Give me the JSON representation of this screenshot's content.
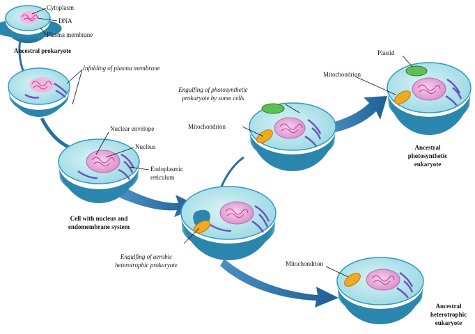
{
  "labels": {
    "cytoplasm": "Cytoplasm",
    "dna": "DNA",
    "plasma_membrane": "Plasma membrane",
    "ancestral_prokaryote": "Ancestral prokaryote",
    "infolding": "Infolding of plasma membrane",
    "nuclear_envelope": "Nuclear envelope",
    "nucleus": "Nucleus",
    "er_line1": "Endoplasmic",
    "er_line2": "reticulum",
    "cell_nucleus_line1": "Cell with nucleus and",
    "cell_nucleus_line2": "endomembrane system",
    "engulf_photo_line1": "Engulfing of photosynthetic",
    "engulf_photo_line2": "prokaryote by some cells",
    "mito_a": "Mitochondrion",
    "mito_b": "Mitochondrion",
    "mito_c": "Mitochondrion",
    "plastid": "Plastid",
    "photo_line1": "Ancestral",
    "photo_line2": "photosynthetic",
    "photo_line3": "eukaryote",
    "engulf_aerobic_line1": "Engulfing of aerobic",
    "engulf_aerobic_line2": "heterotrophic prokaryote",
    "hetero_line1": "Ancestral",
    "hetero_line2": "heterotrophic",
    "hetero_line3": "eukaryote"
  },
  "colors": {
    "cell_top": "#bfe9ef",
    "cell_side": "#3aa6c6",
    "cell_shadow": "#1d6f93",
    "nucleus": "#f1b7e6",
    "er": "#6a56b8",
    "dna": "#c2337f",
    "mitochondrion": "#f1a91f",
    "plastid": "#5fbf54",
    "arrow": "#2a6fa3"
  }
}
